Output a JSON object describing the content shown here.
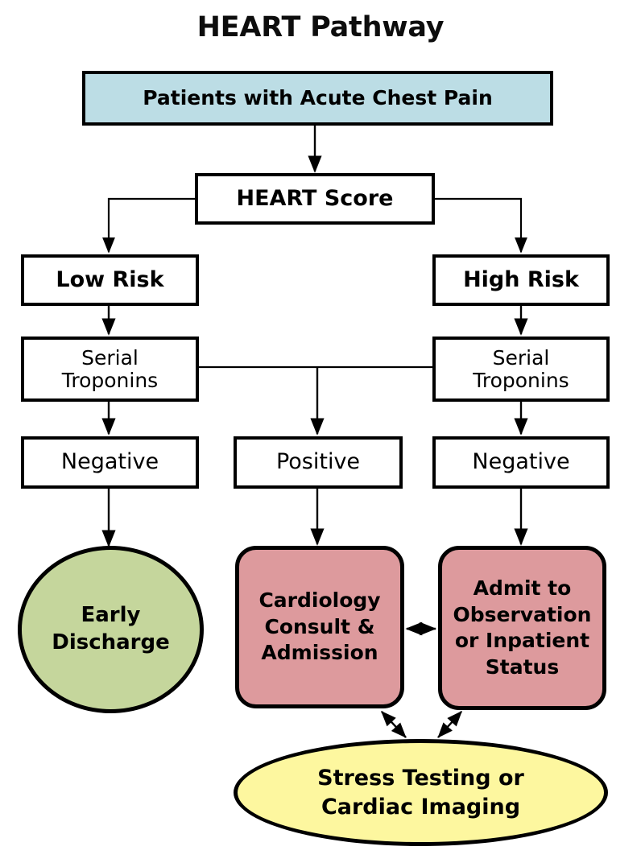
{
  "title": "HEART Pathway",
  "colors": {
    "start_fill": "#bcdde5",
    "discharge_fill": "#c5d69c",
    "admit_fill": "#dd9a9d",
    "testing_fill": "#fdf79f",
    "stroke": "#000000",
    "background": "#ffffff"
  },
  "nodes": {
    "start": "Patients with Acute Chest Pain",
    "score": "HEART Score",
    "low_risk": "Low Risk",
    "high_risk": "High Risk",
    "serial_troponins_low": "Serial\nTroponins",
    "serial_troponins_high": "Serial\nTroponins",
    "negative_low": "Negative",
    "positive": "Positive",
    "negative_high": "Negative",
    "early_discharge": "Early\nDischarge",
    "cardiology": "Cardiology\nConsult &\nAdmission",
    "admit": "Admit to\nObservation\nor Inpatient\nStatus",
    "stress_testing": "Stress Testing or\nCardiac Imaging"
  },
  "node_lines": {
    "serial_troponins_low": [
      "Serial",
      "Troponins"
    ],
    "serial_troponins_high": [
      "Serial",
      "Troponins"
    ],
    "early_discharge": [
      "Early",
      "Discharge"
    ],
    "cardiology": [
      "Cardiology",
      "Consult &",
      "Admission"
    ],
    "admit": [
      "Admit to",
      "Observation",
      "or Inpatient",
      "Status"
    ],
    "stress_testing": [
      "Stress Testing or",
      "Cardiac Imaging"
    ]
  },
  "edges": [
    {
      "from": "start",
      "to": "score",
      "type": "arrow-down"
    },
    {
      "from": "score",
      "to": "low_risk",
      "type": "elbow-left-arrow"
    },
    {
      "from": "score",
      "to": "high_risk",
      "type": "elbow-right-arrow"
    },
    {
      "from": "low_risk",
      "to": "serial_troponins_low",
      "type": "arrow-down"
    },
    {
      "from": "high_risk",
      "to": "serial_troponins_high",
      "type": "arrow-down"
    },
    {
      "from": "serial_troponins_low",
      "to": "negative_low",
      "type": "arrow-down"
    },
    {
      "from": "serial_troponins_high",
      "to": "negative_high",
      "type": "arrow-down"
    },
    {
      "from": "serial_troponins_low+serial_troponins_high",
      "to": "positive",
      "type": "tee-down-arrow"
    },
    {
      "from": "negative_low",
      "to": "early_discharge",
      "type": "arrow-down"
    },
    {
      "from": "positive",
      "to": "cardiology",
      "type": "arrow-down"
    },
    {
      "from": "negative_high",
      "to": "admit",
      "type": "arrow-down"
    },
    {
      "from": "cardiology",
      "to": "admit",
      "type": "double-arrow-horizontal"
    },
    {
      "from": "cardiology",
      "to": "stress_testing",
      "type": "double-arrow-diagonal"
    },
    {
      "from": "admit",
      "to": "stress_testing",
      "type": "double-arrow-diagonal"
    }
  ]
}
